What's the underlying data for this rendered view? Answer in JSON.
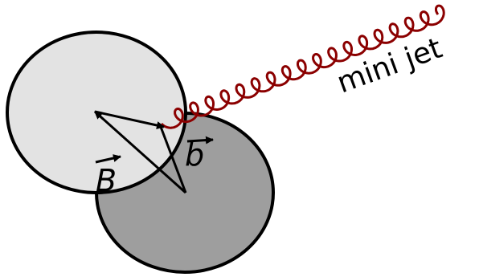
{
  "diagram": {
    "labels": {
      "vector_B": "B",
      "vector_b": "b",
      "jet": "mini jet"
    },
    "colors": {
      "nucleus_back": "#9e9e9e",
      "nucleus_front": "#e3e3e3",
      "outline": "#000000",
      "jet": "#8b0000",
      "text": "#000000"
    }
  }
}
